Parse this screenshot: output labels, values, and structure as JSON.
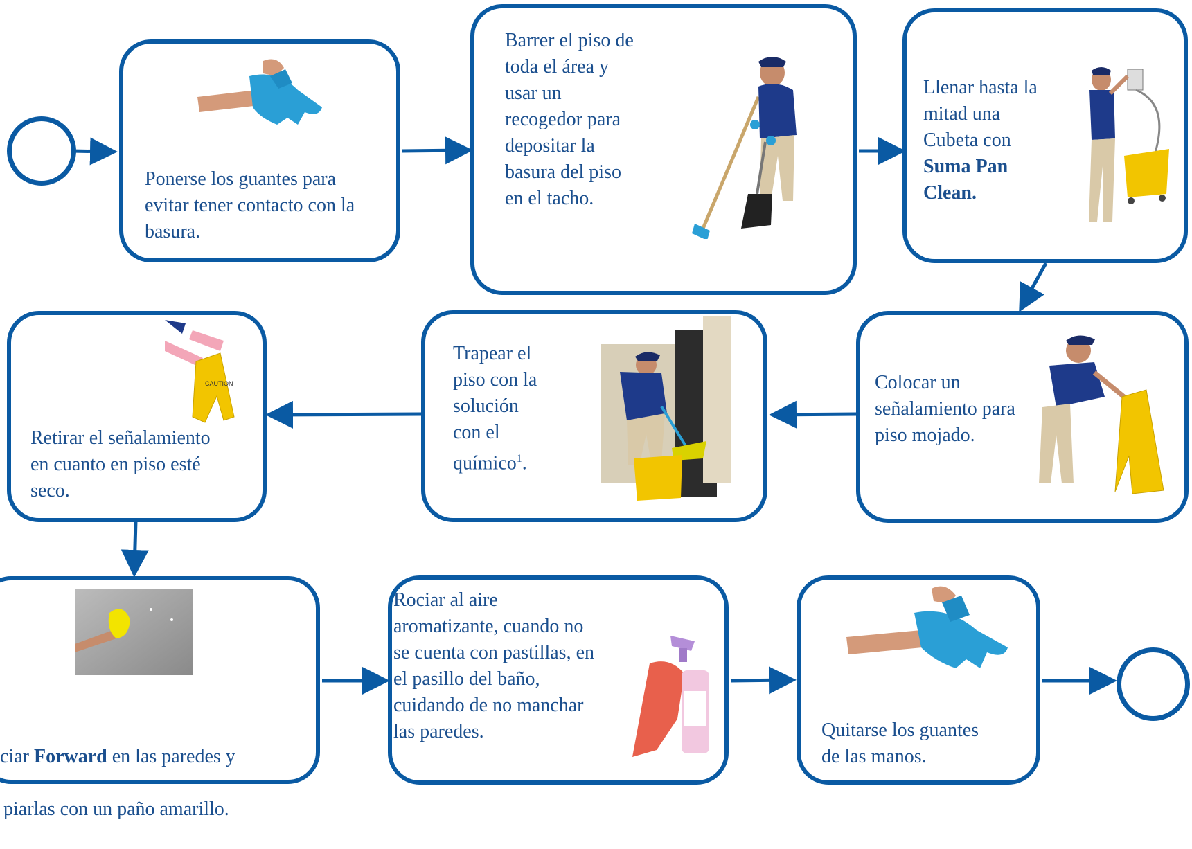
{
  "colors": {
    "border": "#0a5aa3",
    "text": "#1b4f8e",
    "arrow": "#0a5aa3"
  },
  "start": {
    "icon": "start-circle"
  },
  "end": {
    "icon": "end-circle"
  },
  "steps": [
    {
      "id": "s1",
      "text": "Ponerse los guantes para evitar tener contacto con la basura.",
      "image": "putting-on-blue-gloves"
    },
    {
      "id": "s2",
      "text": "Barrer el piso de\ntoda el área y\nusar un\nrecogedor para\ndepositar la\nbasura del piso\nen el tacho.",
      "image": "worker-sweeping-with-dustpan"
    },
    {
      "id": "s3",
      "text_pre": "Llenar hasta la\nmitad una\nCubeta con\n",
      "text_bold": "Suma Pan\nClean.",
      "image": "worker-filling-bucket"
    },
    {
      "id": "s4",
      "text": "Colocar un\nseñalamiento para\npiso mojado.",
      "image": "worker-placing-wet-floor-sign"
    },
    {
      "id": "s5",
      "text": "Trapear el\npiso con la\nsolución\ncon el\nquímico",
      "sup": "1",
      "text_post": ".",
      "image": "worker-mopping-floor"
    },
    {
      "id": "s6",
      "text": "Retirar el señalamiento\nen cuanto en piso esté\nseco.",
      "image": "hands-removing-caution-sign"
    },
    {
      "id": "s7",
      "line1_pre": "ciar ",
      "line1_bold": "Forward",
      "line1_post": " en las paredes y",
      "line2": "piarlas con un paño amarillo.",
      "image": "wiping-wall-yellow-cloth"
    },
    {
      "id": "s8",
      "text": "Rociar al aire\naromatizante, cuando no\nse cuenta con pastillas, en\nel pasillo del baño,\ncuidando de no manchar\nlas paredes.",
      "image": "spray-bottle-pink-glove"
    },
    {
      "id": "s9",
      "text": "Quitarse los guantes\nde las manos.",
      "image": "removing-blue-gloves"
    }
  ]
}
